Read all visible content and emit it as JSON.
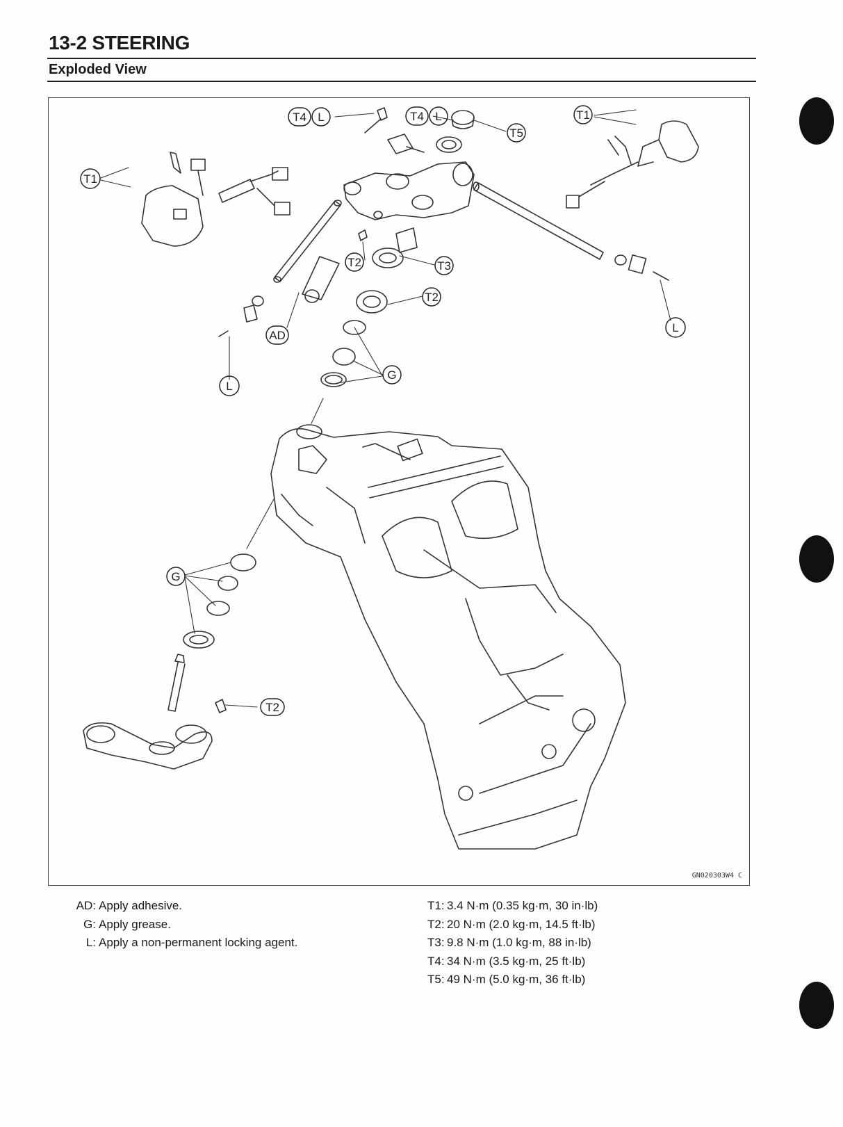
{
  "header": {
    "title": "13-2 STEERING",
    "subtitle": "Exploded View"
  },
  "figure": {
    "code": "GN020303W4 C",
    "callouts": {
      "t4l_a_t": "T4",
      "t4l_a_l": "L",
      "t4l_b_t": "T4",
      "t4l_b_l": "L",
      "t5": "T5",
      "t1_right": "T1",
      "t1_left": "T1",
      "t2_a": "T2",
      "t3": "T3",
      "t2_b": "T2",
      "ad": "AD",
      "l_left": "L",
      "l_right": "L",
      "g_top": "G",
      "g_left": "G",
      "t2_c": "T2"
    }
  },
  "legend": {
    "notes": [
      {
        "key": "AD:",
        "text": "Apply adhesive."
      },
      {
        "key": "G:",
        "text": "Apply grease."
      },
      {
        "key": "L:",
        "text": "Apply a non-permanent locking agent."
      }
    ],
    "torques": [
      {
        "key": "T1:",
        "text": "3.4 N·m (0.35 kg·m, 30 in·lb)"
      },
      {
        "key": "T2:",
        "text": "20 N·m (2.0 kg·m, 14.5 ft·lb)"
      },
      {
        "key": "T3:",
        "text": "9.8 N·m (1.0 kg·m, 88 in·lb)"
      },
      {
        "key": "T4:",
        "text": "34 N·m (3.5 kg·m, 25 ft·lb)"
      },
      {
        "key": "T5:",
        "text": "49 N·m (5.0 kg·m, 36 ft·lb)"
      }
    ]
  }
}
